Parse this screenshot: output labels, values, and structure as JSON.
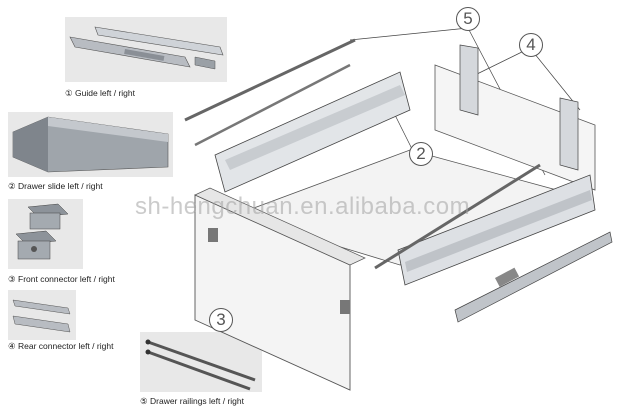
{
  "parts": [
    {
      "num": "1",
      "label": "Guide  left / right"
    },
    {
      "num": "2",
      "label": "Drawer slide  left / right"
    },
    {
      "num": "3",
      "label": "Front connector  left / right"
    },
    {
      "num": "4",
      "label": "Rear connector  left / right"
    },
    {
      "num": "5",
      "label": "Drawer railings  left / right"
    }
  ],
  "callouts": {
    "c2": "2",
    "c3": "3",
    "c4": "4",
    "c5": "5"
  },
  "watermark": "sh-hengchuan.en.alibaba.com",
  "colors": {
    "thumb_bg": "#e8e8e8",
    "line": "#333333",
    "metal": "#c8ccd0",
    "panel": "#f2f2f2"
  }
}
